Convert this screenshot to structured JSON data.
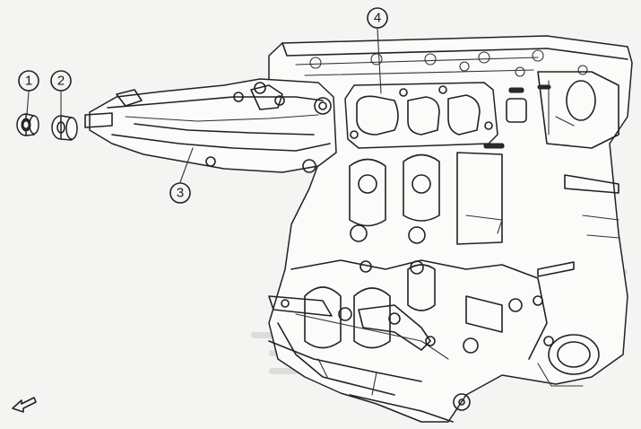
{
  "diagram": {
    "callouts": [
      {
        "id": "c1",
        "number": "1"
      },
      {
        "id": "c2",
        "number": "2"
      },
      {
        "id": "c3",
        "number": "3"
      },
      {
        "id": "c4",
        "number": "4"
      }
    ],
    "direction_icon": "arrow-left-icon",
    "colors": {
      "line": "#222222",
      "paper": "#f4f4f2"
    }
  }
}
